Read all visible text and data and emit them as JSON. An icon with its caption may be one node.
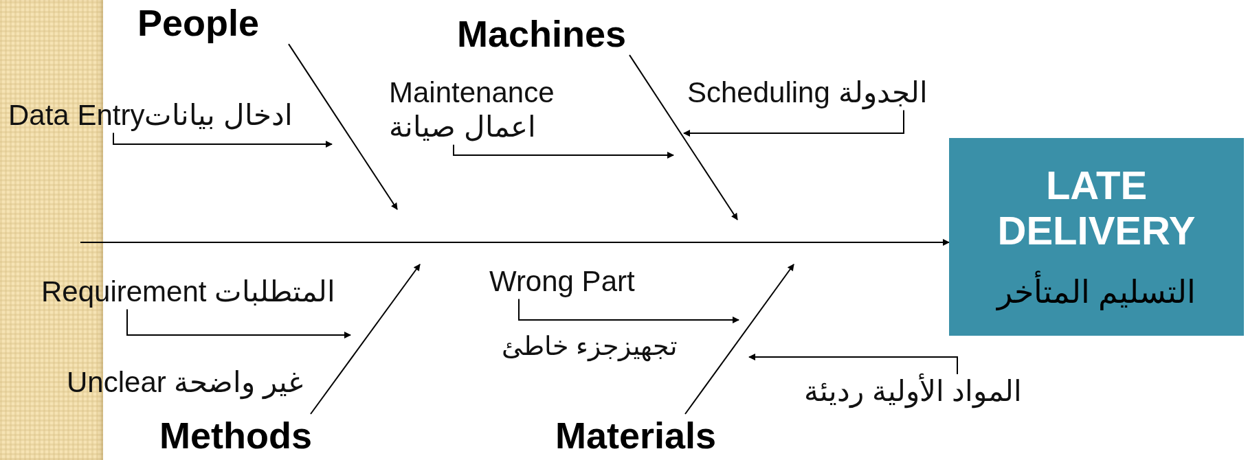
{
  "diagram": {
    "nodes": [
      {
        "text": [
          "People"
        ]
      },
      {
        "text": [
          "Machines"
        ]
      },
      {
        "text": [
          "Data Entryادخال بيانات"
        ]
      },
      {
        "text": [
          "Maintenance",
          "اعمال صيانة"
        ]
      },
      {
        "text": [
          "Scheduling  الجدولة"
        ]
      },
      {
        "text": [
          "LATE DELIVERY",
          "التسليم المتأخر"
        ]
      },
      {
        "text": [
          "Requirement المتطلبات"
        ]
      },
      {
        "text": [
          "Wrong Part"
        ],
        "beside": [
          "تجهيزجزء خاطئ"
        ]
      },
      {
        "text": [
          "المواد الأولية رديئة"
        ]
      },
      {
        "text": [
          "Methods"
        ]
      },
      {
        "text": [
          "Materials"
        ]
      }
    ],
    "edges": [
      {
        "from": null,
        "to": 5,
        "arrow": "to"
      },
      {
        "from": 0,
        "to": null,
        "arrow": "to"
      },
      {
        "from": 1,
        "to": null,
        "arrow": "to"
      },
      {
        "from": 2,
        "to": null,
        "arrow": "to"
      },
      {
        "from": 3,
        "to": null,
        "arrow": "to"
      },
      {
        "from": 4,
        "to": null,
        "arrow": "to"
      },
      {
        "from": 6,
        "to": null,
        "arrow": "to"
      },
      {
        "from": 7,
        "to": null,
        "arrow": "to"
      },
      {
        "from": 8,
        "to": null,
        "arrow": "to"
      },
      {
        "from": 9,
        "to": null,
        "arrow": "to"
      },
      {
        "from": 10,
        "to": null,
        "arrow": "to"
      }
    ],
    "labels": [
      "Unclear غير واضحة"
    ]
  }
}
